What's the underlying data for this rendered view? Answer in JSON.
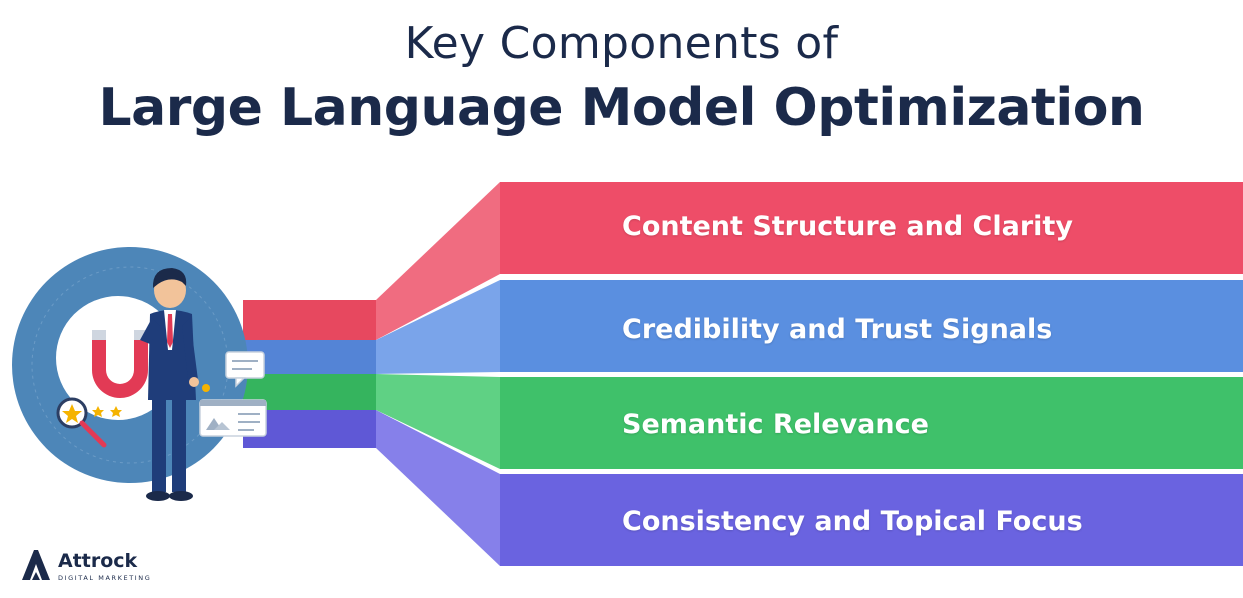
{
  "title": {
    "line1": "Key Components of",
    "line2": "Large Language Model Optimization"
  },
  "components": [
    {
      "label": "Content Structure and Clarity",
      "color": "#ee4d68"
    },
    {
      "label": "Credibility and Trust Signals",
      "color": "#5a8fe0"
    },
    {
      "label": "Semantic Relevance",
      "color": "#3fc16a"
    },
    {
      "label": "Consistency and Topical Focus",
      "color": "#6a63e0"
    }
  ],
  "logo": {
    "name": "Attrock",
    "tagline": "DIGITAL MARKETING"
  },
  "palette": {
    "navy": "#1b2a4a",
    "circle": "#4d86b8"
  },
  "icons": [
    "magnet-icon",
    "magnifier-icon",
    "star-icon",
    "chat-bubble-icon",
    "image-card-icon",
    "attrock-logo-icon"
  ]
}
